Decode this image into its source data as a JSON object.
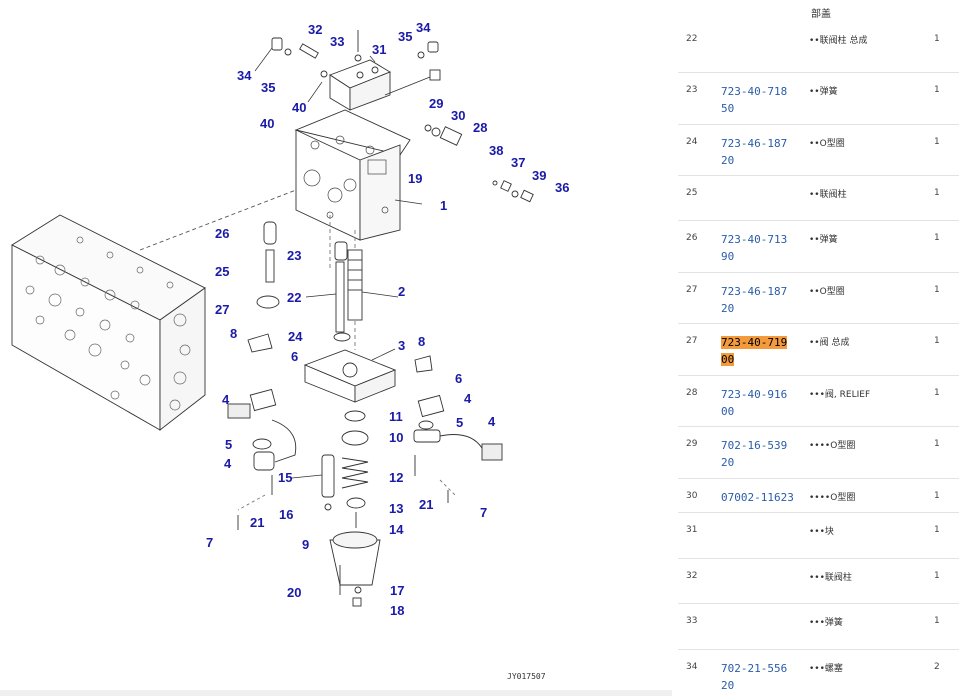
{
  "diagram": {
    "figure_code": "JY017507",
    "callouts": [
      {
        "id": "c32",
        "text": "32"
      },
      {
        "id": "c33",
        "text": "33"
      },
      {
        "id": "c31",
        "text": "31"
      },
      {
        "id": "c34a",
        "text": "34"
      },
      {
        "id": "c35a",
        "text": "35"
      },
      {
        "id": "c34b",
        "text": "34"
      },
      {
        "id": "c35b",
        "text": "35"
      },
      {
        "id": "c40a",
        "text": "40"
      },
      {
        "id": "c40b",
        "text": "40"
      },
      {
        "id": "c29",
        "text": "29"
      },
      {
        "id": "c30",
        "text": "30"
      },
      {
        "id": "c28",
        "text": "28"
      },
      {
        "id": "c38",
        "text": "38"
      },
      {
        "id": "c37",
        "text": "37"
      },
      {
        "id": "c39",
        "text": "39"
      },
      {
        "id": "c36",
        "text": "36"
      },
      {
        "id": "c19",
        "text": "19"
      },
      {
        "id": "c1",
        "text": "1"
      },
      {
        "id": "c26",
        "text": "26"
      },
      {
        "id": "c23",
        "text": "23"
      },
      {
        "id": "c25",
        "text": "25"
      },
      {
        "id": "c22",
        "text": "22"
      },
      {
        "id": "c2",
        "text": "2"
      },
      {
        "id": "c27",
        "text": "27"
      },
      {
        "id": "c24",
        "text": "24"
      },
      {
        "id": "c8a",
        "text": "8"
      },
      {
        "id": "c6a",
        "text": "6"
      },
      {
        "id": "c3",
        "text": "3"
      },
      {
        "id": "c8b",
        "text": "8"
      },
      {
        "id": "c6b",
        "text": "6"
      },
      {
        "id": "c4a",
        "text": "4"
      },
      {
        "id": "c4b",
        "text": "4"
      },
      {
        "id": "c11",
        "text": "11"
      },
      {
        "id": "c10",
        "text": "10"
      },
      {
        "id": "c5a",
        "text": "5"
      },
      {
        "id": "c5b",
        "text": "5"
      },
      {
        "id": "c4c",
        "text": "4"
      },
      {
        "id": "c4d",
        "text": "4"
      },
      {
        "id": "c12",
        "text": "12"
      },
      {
        "id": "c15",
        "text": "15"
      },
      {
        "id": "c21a",
        "text": "21"
      },
      {
        "id": "c21b",
        "text": "21"
      },
      {
        "id": "c13",
        "text": "13"
      },
      {
        "id": "c7a",
        "text": "7"
      },
      {
        "id": "c16",
        "text": "16"
      },
      {
        "id": "c14",
        "text": "14"
      },
      {
        "id": "c7b",
        "text": "7"
      },
      {
        "id": "c9",
        "text": "9"
      },
      {
        "id": "c20",
        "text": "20"
      },
      {
        "id": "c17",
        "text": "17"
      },
      {
        "id": "c18",
        "text": "18"
      }
    ]
  },
  "parts_table": {
    "header": "部盖",
    "rows": [
      {
        "ref": "22",
        "part_no": "",
        "desc": "••联阀柱 总成",
        "qty": "1",
        "highlight": false
      },
      {
        "ref": "23",
        "part_no": "723-40-71850",
        "desc": "••弹簧",
        "qty": "1",
        "highlight": false
      },
      {
        "ref": "24",
        "part_no": "723-46-18720",
        "desc": "••O型圈",
        "qty": "1",
        "highlight": false
      },
      {
        "ref": "25",
        "part_no": "",
        "desc": "••联阀柱",
        "qty": "1",
        "highlight": false
      },
      {
        "ref": "26",
        "part_no": "723-40-71390",
        "desc": "••弹簧",
        "qty": "1",
        "highlight": false
      },
      {
        "ref": "27",
        "part_no": "723-46-18720",
        "desc": "••O型圈",
        "qty": "1",
        "highlight": false
      },
      {
        "ref": "27",
        "part_no": "723-40-71900",
        "desc": "••阀 总成",
        "qty": "1",
        "highlight": true
      },
      {
        "ref": "28",
        "part_no": "723-40-91600",
        "desc": "•••阀, RELIEF",
        "qty": "1",
        "highlight": false
      },
      {
        "ref": "29",
        "part_no": "702-16-53920",
        "desc": "••••O型圈",
        "qty": "1",
        "highlight": false
      },
      {
        "ref": "30",
        "part_no": "07002-11623",
        "desc": "••••O型圈",
        "qty": "1",
        "highlight": false
      },
      {
        "ref": "31",
        "part_no": "",
        "desc": "•••块",
        "qty": "1",
        "highlight": false
      },
      {
        "ref": "32",
        "part_no": "",
        "desc": "•••联阀柱",
        "qty": "1",
        "highlight": false
      },
      {
        "ref": "33",
        "part_no": "",
        "desc": "•••弹簧",
        "qty": "1",
        "highlight": false
      },
      {
        "ref": "34",
        "part_no": "702-21-55620",
        "desc": "•••螺塞",
        "qty": "2",
        "highlight": false
      }
    ]
  }
}
